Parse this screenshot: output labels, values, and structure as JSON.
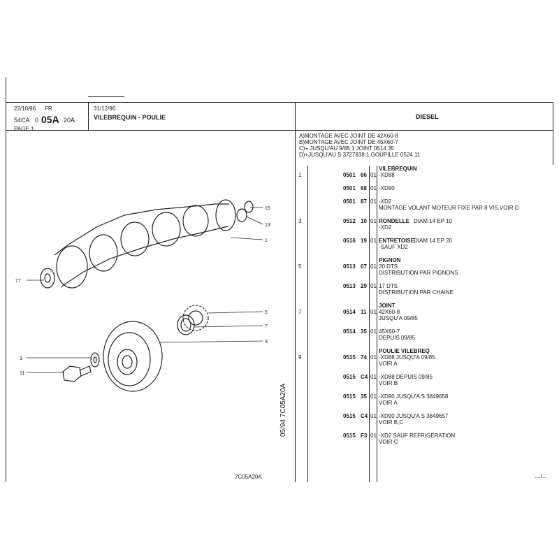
{
  "header": {
    "date_left": "22/10/96",
    "lang": "FR",
    "code_prefix": "54CA",
    "code_zero": "0",
    "code_main": "05A",
    "code_suffix": "20A",
    "page": "PAGE 1",
    "date_mid": "31/12/96",
    "title": "VILEBREQUIN - POULIE",
    "engine": "DIESEL"
  },
  "notes": [
    "A)MONTAGE AVEC JOINT DE 42X60-8",
    "B)MONTAGE AVEC JOINT DE 45X60-7",
    "C)+ JUSQU'AU 9/85:1 JOINT 0514 35",
    "D)+JUSQU'AU S 3727838:1 GOUPILLE 0524 11"
  ],
  "parts": [
    {
      "ref": "",
      "num": "",
      "sub": "",
      "qty": "",
      "title": "VILEBREQUIN",
      "lines": []
    },
    {
      "ref": "1",
      "num": "0501",
      "sub": "66",
      "qty": "01",
      "title": "",
      "lines": [
        "-XD88"
      ]
    },
    {
      "ref": "",
      "num": "0501",
      "sub": "68",
      "qty": "01",
      "title": "",
      "lines": [
        "-XD90"
      ]
    },
    {
      "ref": "",
      "num": "0501",
      "sub": "87",
      "qty": "01",
      "title": "",
      "lines": [
        "-XD2",
        "MONTAGE VOLANT MOTEUR FIXE PAR 8 VIS,VOIR D"
      ]
    },
    {
      "ref": "3",
      "num": "0512",
      "sub": "10",
      "qty": "01",
      "title": "RONDELLE",
      "lines": [
        "DIAM 14 EP 10",
        "-XD2"
      ]
    },
    {
      "ref": "",
      "num": "0516",
      "sub": "19",
      "qty": "01",
      "title": "ENTRETOISE",
      "lines": [
        "DIAM 14 EP 20",
        "-SAUF XD2"
      ]
    },
    {
      "ref": "",
      "num": "",
      "sub": "",
      "qty": "",
      "title": "PIGNON",
      "lines": []
    },
    {
      "ref": "5",
      "num": "0513",
      "sub": "07",
      "qty": "01",
      "title": "",
      "lines": [
        "20 DTS",
        "DISTRIBUTION PAR PIGNONS"
      ]
    },
    {
      "ref": "",
      "num": "0513",
      "sub": "29",
      "qty": "01",
      "title": "",
      "lines": [
        "17 DTS",
        "DISTRIBUTION PAR CHAINE"
      ]
    },
    {
      "ref": "",
      "num": "",
      "sub": "",
      "qty": "",
      "title": "JOINT",
      "lines": []
    },
    {
      "ref": "7",
      "num": "0514",
      "sub": "11",
      "qty": "01",
      "title": "",
      "lines": [
        "42X60-8",
        "JUSQU'A  09/85"
      ]
    },
    {
      "ref": "",
      "num": "0514",
      "sub": "35",
      "qty": "01",
      "title": "",
      "lines": [
        "45X60-7",
        "DEPUIS 09/85"
      ]
    },
    {
      "ref": "",
      "num": "",
      "sub": "",
      "qty": "",
      "title": "POULIE VILEBREQ",
      "lines": []
    },
    {
      "ref": "9",
      "num": "0515",
      "sub": "74",
      "qty": "01",
      "title": "",
      "lines": [
        "-XD88 JUSQU'A 09/85",
        "VOIR A"
      ]
    },
    {
      "ref": "",
      "num": "0515",
      "sub": "C4",
      "qty": "01",
      "title": "",
      "lines": [
        "-XD88 DEPUIS 09/85",
        "VOIR B"
      ]
    },
    {
      "ref": "",
      "num": "0515",
      "sub": "35",
      "qty": "01",
      "title": "",
      "lines": [
        "-XD90 JUSQU'A  S  3849658",
        "VOIR A"
      ]
    },
    {
      "ref": "",
      "num": "0515",
      "sub": "C4",
      "qty": "01",
      "title": "",
      "lines": [
        "-XD90 JUSQU'A  S  3849657",
        "VOIR B,C"
      ]
    },
    {
      "ref": "",
      "num": "0515",
      "sub": "F3",
      "qty": "01",
      "title": "",
      "lines": [
        "-XD2 SAUF REFRIGERATION",
        "VOIR C"
      ]
    }
  ],
  "diagram": {
    "callouts": [
      "15",
      "13",
      "1",
      "77",
      "5",
      "7",
      "9",
      "3",
      "11"
    ],
    "side_code": "05/94 7C05A20A",
    "bottom_code": "7C05A20A"
  },
  "continued": "..../..."
}
